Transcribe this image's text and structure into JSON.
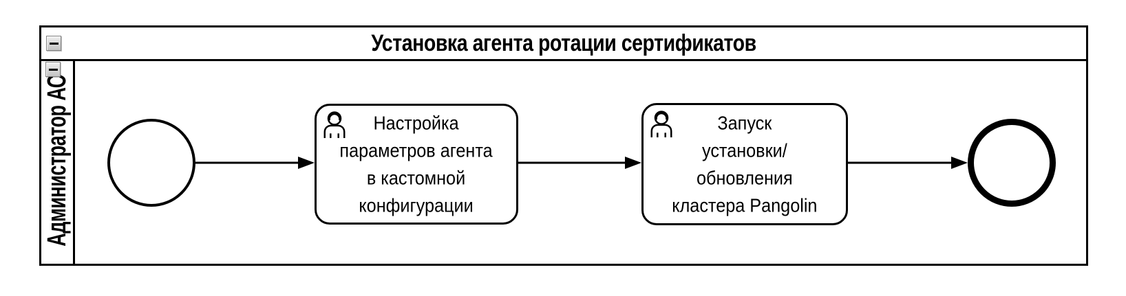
{
  "pool": {
    "title": "Установка агента ротации сертификатов",
    "lane": {
      "label": "Администратор АС"
    }
  },
  "icons": {
    "pool_collapse": "minus-icon",
    "lane_collapse": "minus-icon",
    "task_type": "user-icon"
  },
  "colors": {
    "stroke": "#000000",
    "background": "#ffffff",
    "button_face": "#d8d8d8",
    "button_border": "#848484"
  },
  "elements": {
    "start_event": {
      "kind": "start-event"
    },
    "tasks": [
      {
        "kind": "user-task",
        "label": "Настройка\nпараметров агента\nв кастомной\nконфигурации"
      },
      {
        "kind": "user-task",
        "label": "Запуск\nустановки/\nобновления\nкластера Pangolin"
      }
    ],
    "end_event": {
      "kind": "end-event"
    },
    "flows": [
      {
        "from": "start-event",
        "to": "task-1"
      },
      {
        "from": "task-1",
        "to": "task-2"
      },
      {
        "from": "task-2",
        "to": "end-event"
      }
    ]
  }
}
